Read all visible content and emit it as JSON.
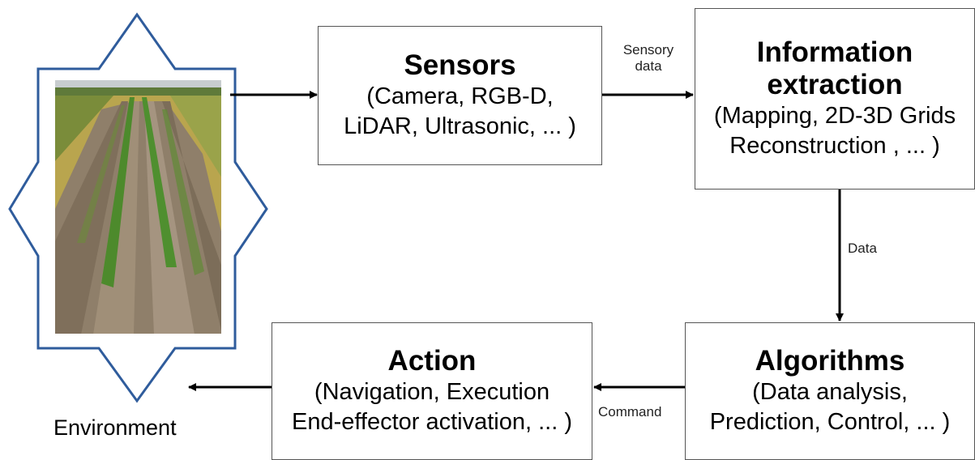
{
  "boxes": {
    "sensors": {
      "title": "Sensors",
      "body": "(Camera, RGB-D,\nLiDAR, Ultrasonic, ... )"
    },
    "information_extraction": {
      "title": "Information\nextraction",
      "body": "(Mapping, 2D-3D Grids\nReconstruction , ... )"
    },
    "algorithms": {
      "title": "Algorithms",
      "body": "(Data analysis,\nPrediction, Control,  ... )"
    },
    "action": {
      "title": "Action",
      "body": "(Navigation, Execution\nEnd-effector activation, ... )"
    }
  },
  "arrow_labels": {
    "sensory_data": "Sensory\ndata",
    "data": "Data",
    "command": "Command"
  },
  "environment": {
    "label": "Environment",
    "frame_color": "#2f5c9c",
    "photo_description_colors": {
      "soil": "#8a7a66",
      "crop": "#4f8a2e",
      "sky": "#c9cfd1"
    }
  }
}
